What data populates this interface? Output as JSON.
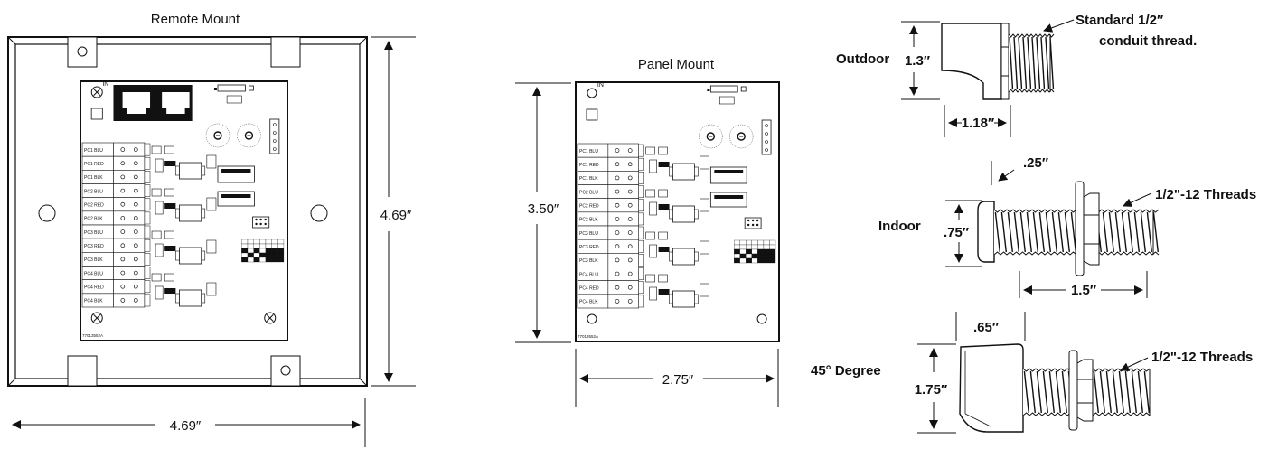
{
  "remote": {
    "title": "Remote Mount",
    "width_dim": "4.69″",
    "height_dim": "4.69″",
    "board_in": "IN",
    "board_code": "77013552A"
  },
  "panel": {
    "title": "Panel Mount",
    "width_dim": "2.75″",
    "height_dim": "3.50″",
    "board_in": "IN",
    "board_code": "77013552A"
  },
  "terminal_labels": [
    "PC1 BLU",
    "PC1 RED",
    "PC1 BLK",
    "PC2 BLU",
    "PC2 RED",
    "PC2 BLK",
    "PC3 BLU",
    "PC3 RED",
    "PC3 BLK",
    "PC4 BLU",
    "PC4 RED",
    "PC4 BLK"
  ],
  "fittings": {
    "outdoor": {
      "label": "Outdoor",
      "height_dim": "1.3″",
      "width_dim": "1.18″",
      "note_line1": "Standard 1/2″",
      "note_line2": "conduit thread."
    },
    "indoor": {
      "label": "Indoor",
      "cap_dim": ".25″",
      "height_dim": ".75″",
      "length_dim": "1.5″",
      "thread_note": "1/2\"-12 Threads"
    },
    "deg45": {
      "label": "45° Degree",
      "cap_dim": ".65″",
      "height_dim": "1.75″",
      "thread_note": "1/2\"-12 Threads"
    }
  }
}
